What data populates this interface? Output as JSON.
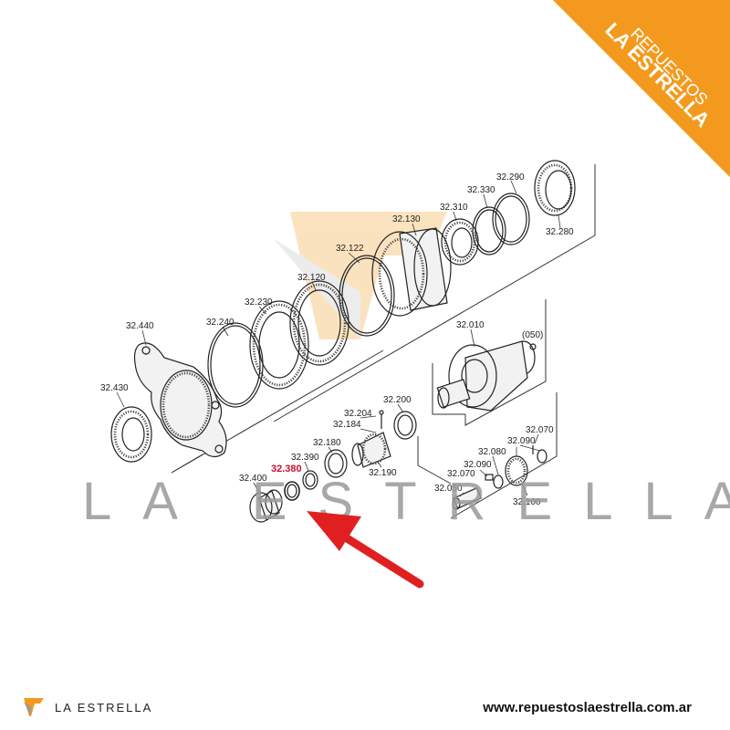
{
  "brand": {
    "ribbon_line1": "REPUESTOS",
    "ribbon_line2": "LA ESTRELLA",
    "watermark": "LA ESTRELLA",
    "footer_name": "LA ESTRELLA",
    "website": "www.repuestoslaestrella.com.ar",
    "colors": {
      "orange": "#f39a1e",
      "arrow": "#e02020",
      "highlight": "#c8102e"
    }
  },
  "diagram": {
    "highlighted_label": "32.380",
    "labels": {
      "p32_290": "32.290",
      "p32_330": "32.330",
      "p32_310": "32.310",
      "p32_280": "32.280",
      "p32_130": "32.130",
      "p32_122": "32.122",
      "p32_120": "32.120",
      "p32_230": "32.230",
      "p32_240": "32.240",
      "p32_440": "32.440",
      "p32_430": "32.430",
      "p32_010": "32.010",
      "p050": "(050)",
      "p32_204": "32.204",
      "p32_200": "32.200",
      "p32_184": "32.184",
      "p32_180": "32.180",
      "p32_190": "32.190",
      "p32_390": "32.390",
      "p32_400": "32.400",
      "p32_070a": "32.070",
      "p32_090a": "32.090",
      "p32_080": "32.080",
      "p32_090b": "32.090",
      "p32_070b": "32.070",
      "p32_050": "32.050",
      "p32_100": "32.100"
    }
  }
}
